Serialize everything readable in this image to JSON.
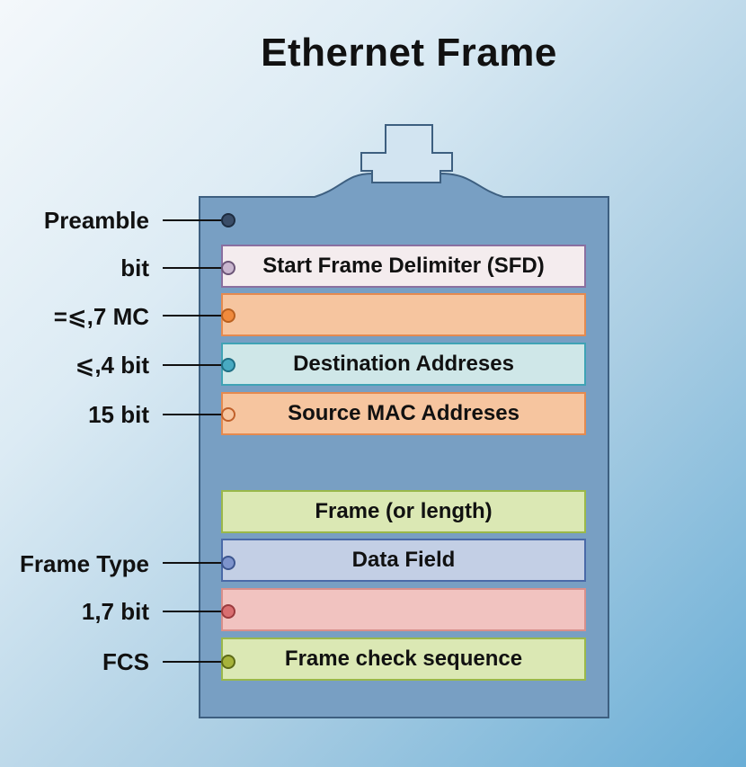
{
  "title": "Ethernet Frame",
  "colors": {
    "frame_body": "#789fc3",
    "frame_outline": "#3d5f80",
    "peach": "#f6c59f",
    "peach_border": "#e48a50",
    "lavender_pale": "#f4ecee",
    "lavender_border": "#8a6fa0",
    "teal_pale": "#cfe7e8",
    "teal_border": "#3fa3b5",
    "green_pale": "#dbe8b4",
    "green_border": "#9ab84a",
    "periwinkle": "#c3cfe5",
    "periwinkle_border": "#4a6aa8",
    "rose": "#f1c3c0",
    "rose_border": "#d88f8b"
  },
  "fields": [
    {
      "name": "sfd",
      "label": "Start Frame Delimiter (SFD)",
      "fill": "#f4ecee",
      "border": "#8a6fa0"
    },
    {
      "name": "blank-orange",
      "label": "",
      "fill": "#f6c59f",
      "border": "#e48a50"
    },
    {
      "name": "destination",
      "label": "Destination Addreses",
      "fill": "#cfe7e8",
      "border": "#3fa3b5"
    },
    {
      "name": "source-mac",
      "label": "Source MAC Addreses",
      "fill": "#f6c59f",
      "border": "#e48a50"
    },
    {
      "name": "frame-length",
      "label": "Frame (or length)",
      "fill": "#dbe8b4",
      "border": "#9ab84a"
    },
    {
      "name": "data-field",
      "label": "Data Field",
      "fill": "#c3cfe5",
      "border": "#4a6aa8"
    },
    {
      "name": "blank-red",
      "label": "",
      "fill": "#f1c3c0",
      "border": "#d88f8b"
    },
    {
      "name": "fcs",
      "label": "Frame check sequence",
      "fill": "#dbe8b4",
      "border": "#9ab84a"
    }
  ],
  "side_labels": [
    {
      "name": "preamble",
      "text": "Preamble",
      "dot_fill": "#3a4d68",
      "dot_border": "#1d2c40"
    },
    {
      "name": "bit",
      "text": "bit",
      "dot_fill": "#c9b6cf",
      "dot_border": "#6b5577"
    },
    {
      "name": "mc",
      "text": "=⩽,7 MC",
      "dot_fill": "#f08a3c",
      "dot_border": "#b9601f"
    },
    {
      "name": "four-bit",
      "text": "⩽,4 bit",
      "dot_fill": "#48aac2",
      "dot_border": "#1f6f84"
    },
    {
      "name": "fifteen-bit",
      "text": "15 bit",
      "dot_fill": "#f6c59f",
      "dot_border": "#c0602a"
    },
    {
      "name": "frame-type",
      "text": "Frame Type",
      "dot_fill": "#7d93cc",
      "dot_border": "#3d568f"
    },
    {
      "name": "one-seven-bit",
      "text": "1,7 bit",
      "dot_fill": "#d96e70",
      "dot_border": "#9b3b3e"
    },
    {
      "name": "fcs",
      "text": "FCS",
      "dot_fill": "#a6b23a",
      "dot_border": "#5d6a17"
    }
  ]
}
